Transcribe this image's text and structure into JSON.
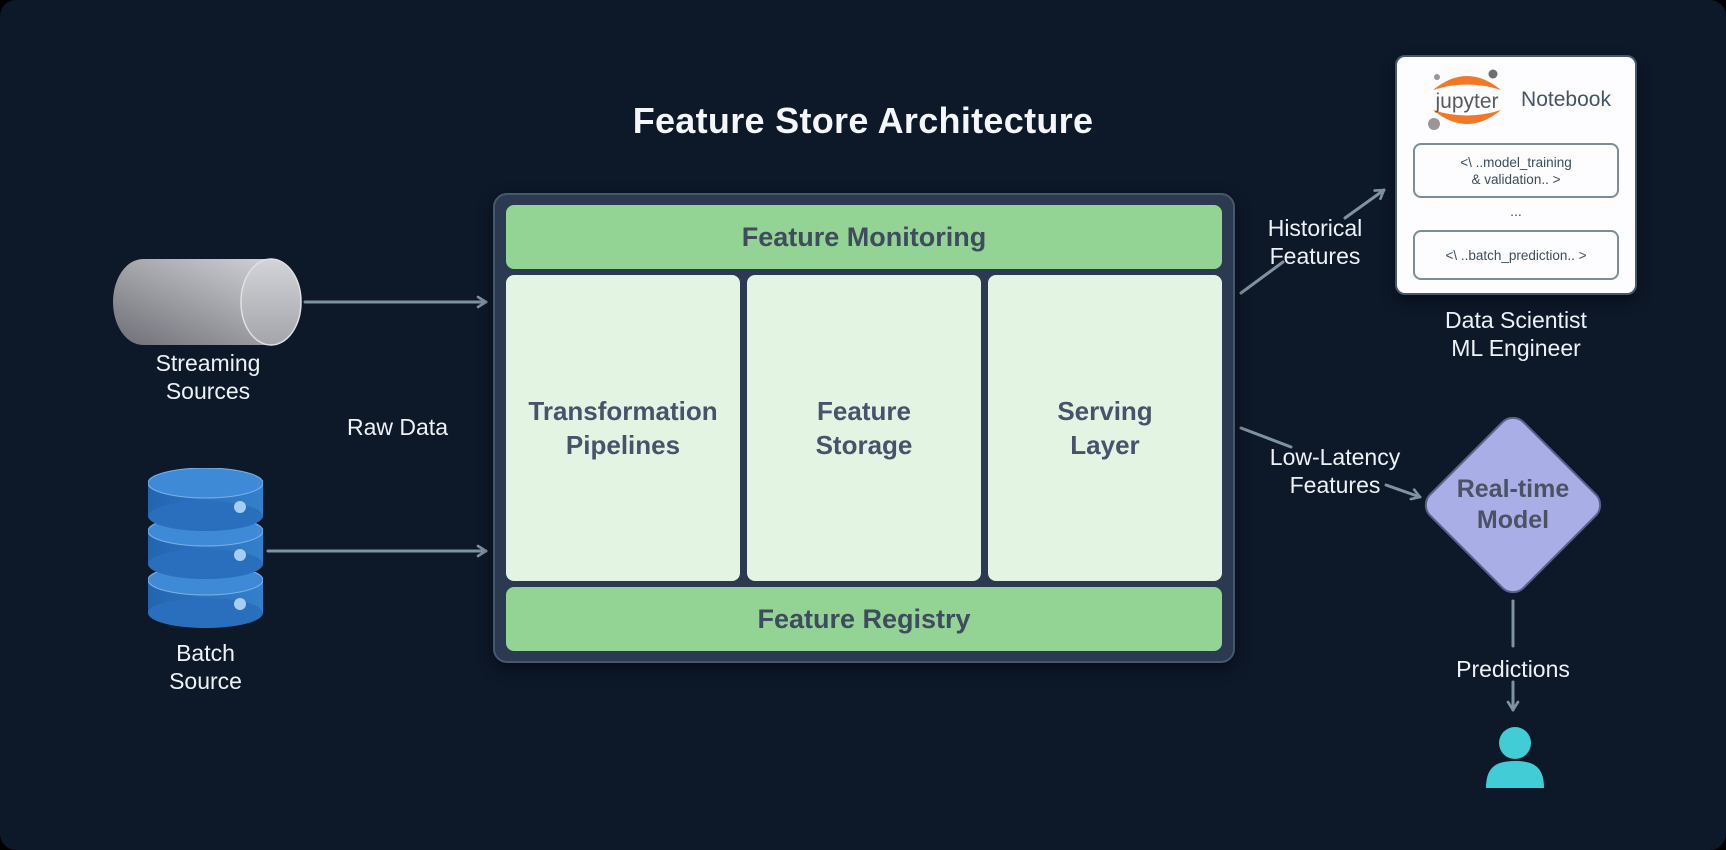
{
  "title": "Feature Store Architecture",
  "colors": {
    "background": "#0d1829",
    "panel": "#2b3a50",
    "panel_border": "#46586e",
    "green_bar": "#93d494",
    "green_light": "#e3f4e3",
    "panel_text": "#3f4b5e",
    "arrow": "#7f929f",
    "white_text": "#eef2f6",
    "diamond_fill": "#a9aee7",
    "person_teal": "#41ccd6",
    "jupyter_orange": "#f47725",
    "database_blue": "#2a6fbd",
    "cylinder_gray": "#a9aab0"
  },
  "sources": {
    "streaming": {
      "icon": "stream-cylinder-icon",
      "label_line1": "Streaming",
      "label_line2": "Sources"
    },
    "batch": {
      "icon": "database-icon",
      "label_line1": "Batch",
      "label_line2": "Source"
    }
  },
  "labels": {
    "raw_data": "Raw Data",
    "historical_line1": "Historical",
    "historical_line2": "Features",
    "low_latency_line1": "Low-Latency",
    "low_latency_line2": "Features",
    "predictions": "Predictions"
  },
  "feature_store": {
    "monitoring_label": "Feature Monitoring",
    "registry_label": "Feature Registry",
    "components": [
      {
        "line1": "Transformation",
        "line2": "Pipelines"
      },
      {
        "line1": "Feature",
        "line2": "Storage"
      },
      {
        "line1": "Serving",
        "line2": "Layer"
      }
    ]
  },
  "notebook": {
    "logo_text": "jupyter",
    "title": "Notebook",
    "cell1_line1": "<\\ ..model_training",
    "cell1_line2": "& validation.. >",
    "ellipsis": "...",
    "cell2": "<\\ ..batch_prediction.. >",
    "role_line1": "Data Scientist",
    "role_line2": "ML Engineer"
  },
  "realtime_model": {
    "line1": "Real-time",
    "line2": "Model"
  }
}
